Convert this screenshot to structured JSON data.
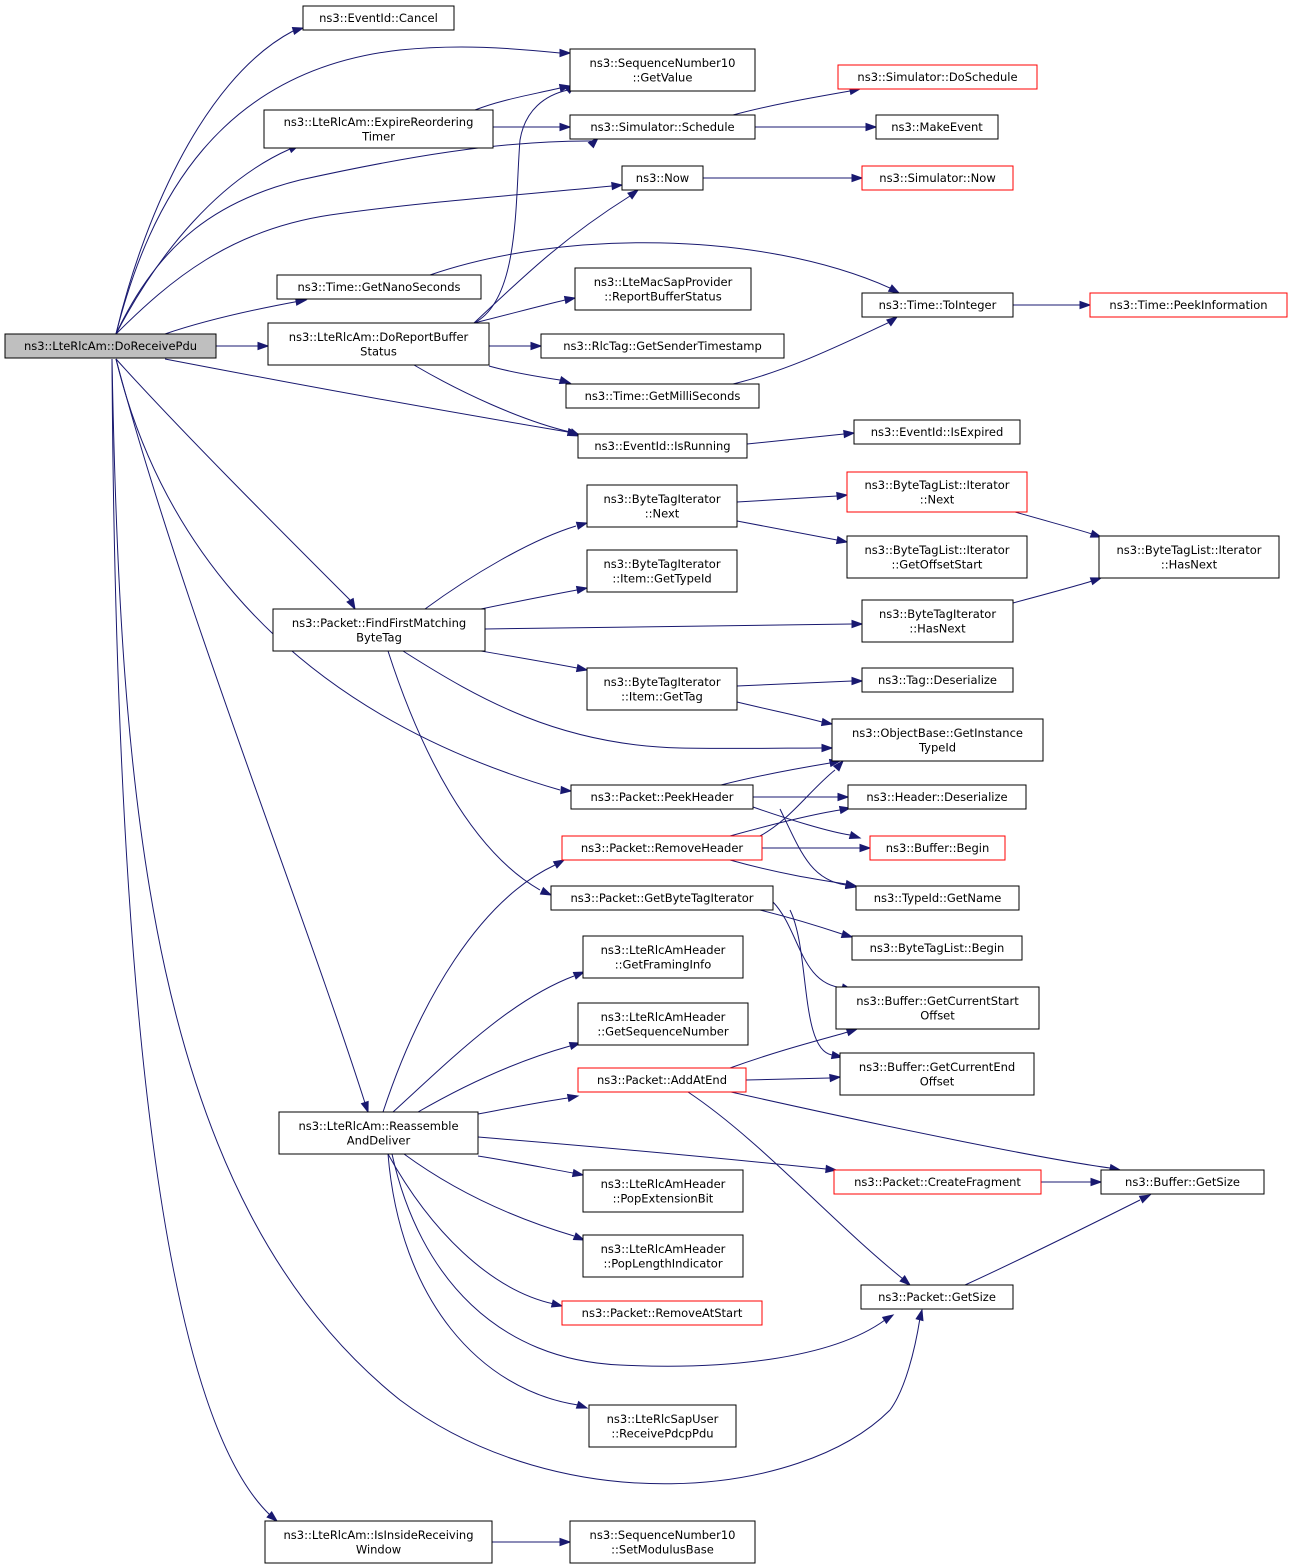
{
  "colors": {
    "edge": "#191970",
    "node_border": "#000000",
    "node_border_truncated": "#ff0000",
    "root_fill": "#bfbfbf"
  },
  "nodes": {
    "root": [
      "ns3::LteRlcAm::DoReceivePdu"
    ],
    "eventid_cancel": [
      "ns3::EventId::Cancel"
    ],
    "seq_getvalue": [
      "ns3::SequenceNumber10",
      "::GetValue"
    ],
    "expire_timer": [
      "ns3::LteRlcAm::ExpireReordering",
      "Timer"
    ],
    "sim_schedule": [
      "ns3::Simulator::Schedule"
    ],
    "sim_doschedule": [
      "ns3::Simulator::DoSchedule"
    ],
    "makeevent": [
      "ns3::MakeEvent"
    ],
    "now": [
      "ns3::Now"
    ],
    "sim_now": [
      "ns3::Simulator::Now"
    ],
    "time_getnano": [
      "ns3::Time::GetNanoSeconds"
    ],
    "doreport": [
      "ns3::LteRlcAm::DoReportBuffer",
      "Status"
    ],
    "macsap_report": [
      "ns3::LteMacSapProvider",
      "::ReportBufferStatus"
    ],
    "time_tointeger": [
      "ns3::Time::ToInteger"
    ],
    "time_peekinfo": [
      "ns3::Time::PeekInformation"
    ],
    "rlctag_getsender": [
      "ns3::RlcTag::GetSenderTimestamp"
    ],
    "time_getmilli": [
      "ns3::Time::GetMilliSeconds"
    ],
    "eventid_isrunning": [
      "ns3::EventId::IsRunning"
    ],
    "eventid_isexpired": [
      "ns3::EventId::IsExpired"
    ],
    "bti_next": [
      "ns3::ByteTagIterator",
      "::Next"
    ],
    "btl_it_next": [
      "ns3::ByteTagList::Iterator",
      "::Next"
    ],
    "btl_it_getoffset": [
      "ns3::ByteTagList::Iterator",
      "::GetOffsetStart"
    ],
    "btl_it_hasnext": [
      "ns3::ByteTagList::Iterator",
      "::HasNext"
    ],
    "bti_item_gettypeid": [
      "ns3::ByteTagIterator",
      "::Item::GetTypeId"
    ],
    "findfirst": [
      "ns3::Packet::FindFirstMatching",
      "ByteTag"
    ],
    "bti_hasnext": [
      "ns3::ByteTagIterator",
      "::HasNext"
    ],
    "bti_item_gettag": [
      "ns3::ByteTagIterator",
      "::Item::GetTag"
    ],
    "tag_deserialize": [
      "ns3::Tag::Deserialize"
    ],
    "objbase_getinst": [
      "ns3::ObjectBase::GetInstance",
      "TypeId"
    ],
    "pkt_peekheader": [
      "ns3::Packet::PeekHeader"
    ],
    "hdr_deserialize": [
      "ns3::Header::Deserialize"
    ],
    "pkt_removeheader": [
      "ns3::Packet::RemoveHeader"
    ],
    "buf_begin": [
      "ns3::Buffer::Begin"
    ],
    "pkt_getbti": [
      "ns3::Packet::GetByteTagIterator"
    ],
    "typeid_getname": [
      "ns3::TypeId::GetName"
    ],
    "btl_begin": [
      "ns3::ByteTagList::Begin"
    ],
    "hdr_getframing": [
      "ns3::LteRlcAmHeader",
      "::GetFramingInfo"
    ],
    "buf_getstartoff": [
      "ns3::Buffer::GetCurrentStart",
      "Offset"
    ],
    "hdr_getseq": [
      "ns3::LteRlcAmHeader",
      "::GetSequenceNumber"
    ],
    "buf_getendoff": [
      "ns3::Buffer::GetCurrentEnd",
      "Offset"
    ],
    "pkt_addatend": [
      "ns3::Packet::AddAtEnd"
    ],
    "reassemble": [
      "ns3::LteRlcAm::Reassemble",
      "AndDeliver"
    ],
    "pkt_createfrag": [
      "ns3::Packet::CreateFragment"
    ],
    "buf_getsize": [
      "ns3::Buffer::GetSize"
    ],
    "hdr_popext": [
      "ns3::LteRlcAmHeader",
      "::PopExtensionBit"
    ],
    "hdr_poplen": [
      "ns3::LteRlcAmHeader",
      "::PopLengthIndicator"
    ],
    "pkt_getsize": [
      "ns3::Packet::GetSize"
    ],
    "pkt_removeatstart": [
      "ns3::Packet::RemoveAtStart"
    ],
    "sapuser_receive": [
      "ns3::LteRlcSapUser",
      "::ReceivePdcpPdu"
    ],
    "isinside": [
      "ns3::LteRlcAm::IsInsideReceiving",
      "Window"
    ],
    "seq_setmodulus": [
      "ns3::SequenceNumber10",
      "::SetModulusBase"
    ]
  }
}
